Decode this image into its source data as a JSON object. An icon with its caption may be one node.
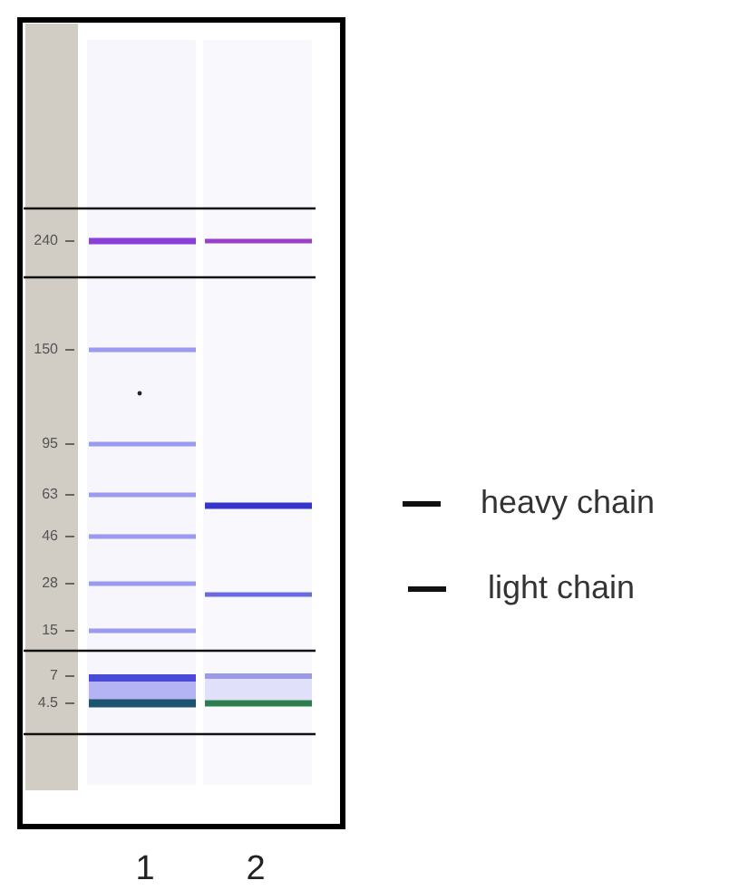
{
  "diagram": {
    "labels": [
      "240",
      "150",
      "95",
      "63",
      "heavy chain",
      "46",
      "28",
      "light chain",
      "15",
      "7",
      "4.5",
      "1",
      "2"
    ]
  }
}
